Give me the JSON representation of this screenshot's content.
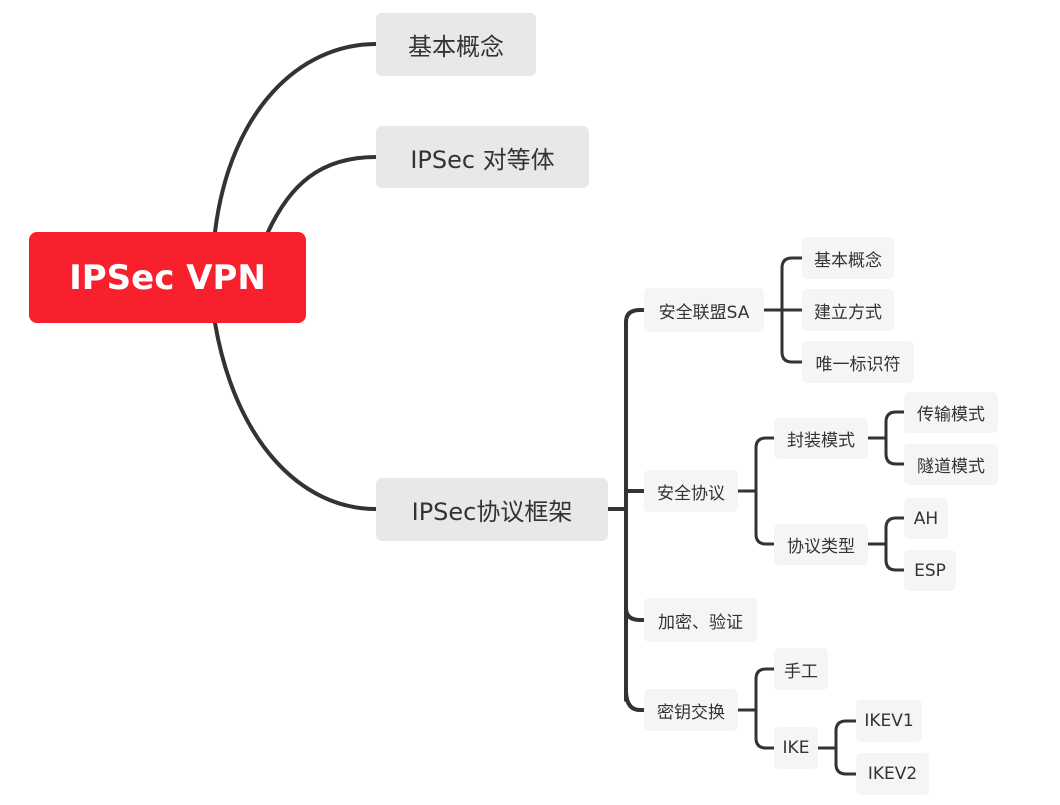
{
  "root": {
    "label": "IPSec VPN"
  },
  "level1": [
    {
      "label": "基本概念"
    },
    {
      "label": "IPSec 对等体"
    },
    {
      "label": "IPSec协议框架"
    }
  ],
  "framework": [
    {
      "label": "安全联盟SA",
      "children": [
        {
          "label": "基本概念"
        },
        {
          "label": "建立方式"
        },
        {
          "label": "唯一标识符"
        }
      ]
    },
    {
      "label": "安全协议",
      "children": [
        {
          "label": "封装模式",
          "children": [
            {
              "label": "传输模式"
            },
            {
              "label": "隧道模式"
            }
          ]
        },
        {
          "label": "协议类型",
          "children": [
            {
              "label": "AH"
            },
            {
              "label": "ESP"
            }
          ]
        }
      ]
    },
    {
      "label": "加密、验证"
    },
    {
      "label": "密钥交换",
      "children": [
        {
          "label": "手工"
        },
        {
          "label": "IKE",
          "children": [
            {
              "label": "IKEV1"
            },
            {
              "label": "IKEV2"
            }
          ]
        }
      ]
    }
  ],
  "colors": {
    "root": "#f7202c",
    "line": "#333333",
    "topic": "#e8e8e8",
    "subtopic": "#f5f5f5"
  }
}
